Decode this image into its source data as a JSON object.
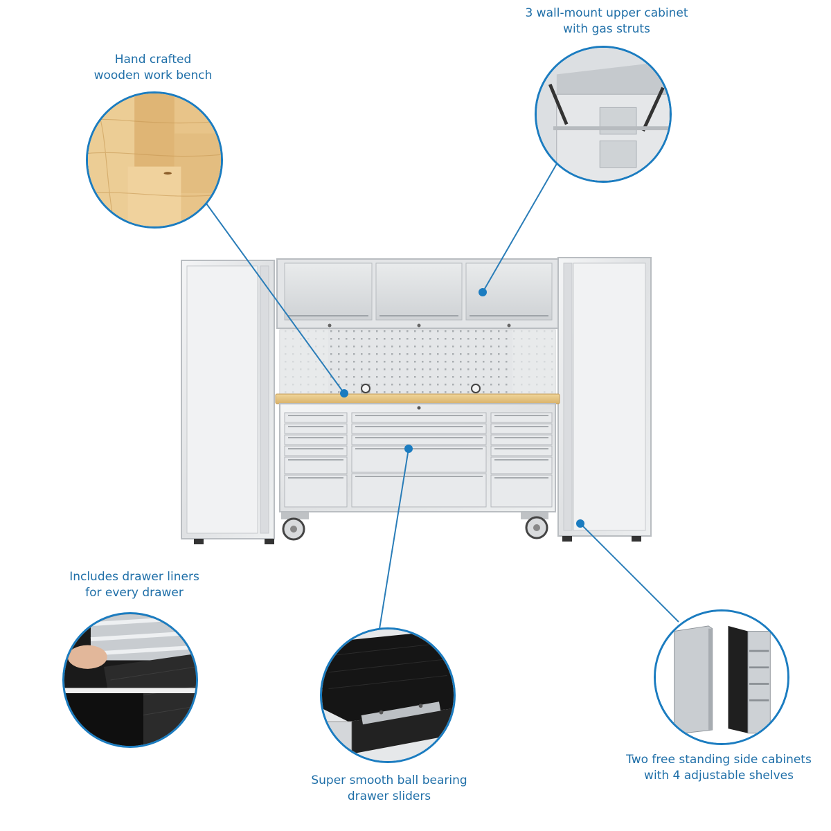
{
  "accent_color": "#1b7cc0",
  "caption_color": "#1f6fa8",
  "callouts": {
    "upper_cabinet": {
      "line1": "3 wall-mount upper cabinet",
      "line2": "with gas struts",
      "icon": "upper-cabinet-gas-strut-detail"
    },
    "work_bench": {
      "line1": "Hand crafted",
      "line2": "wooden work bench",
      "icon": "wood-grain-detail"
    },
    "drawer_liners": {
      "line1": "Includes drawer liners",
      "line2": "for every drawer",
      "icon": "drawer-liner-detail"
    },
    "ball_bearing": {
      "line1": "Super smooth ball bearing",
      "line2": "drawer sliders",
      "icon": "ball-bearing-slider-detail"
    },
    "side_cabinets": {
      "line1": "Two free standing side cabinets",
      "line2": "with 4 adjustable shelves",
      "icon": "side-cabinet-detail"
    }
  }
}
